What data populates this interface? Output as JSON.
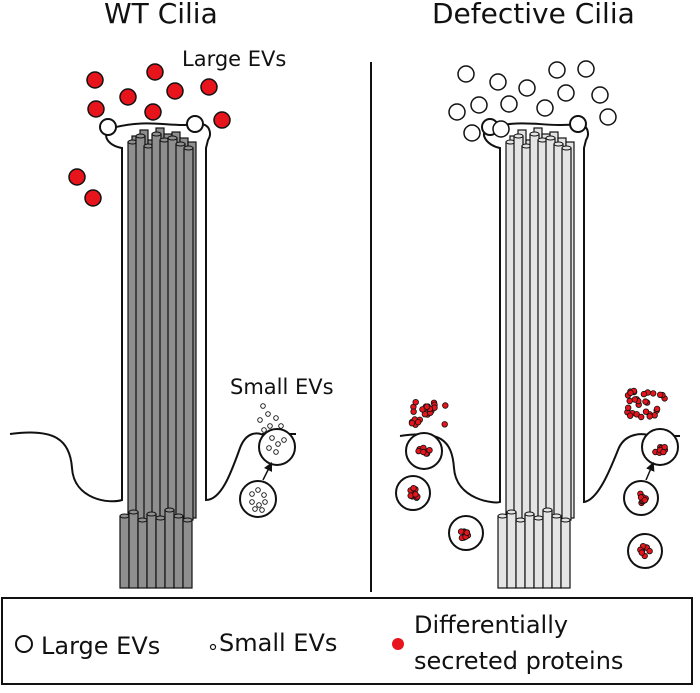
{
  "panels": {
    "wt": {
      "title": "WT Cilia",
      "large_ev_label": "Large EVs",
      "small_ev_label": "Small EVs"
    },
    "defective": {
      "title": "Defective Cilia"
    }
  },
  "legend": {
    "large_evs": "Large EVs",
    "small_evs": "Small EVs",
    "proteins_line1": "Differentially",
    "proteins_line2": "secreted proteins"
  },
  "colors": {
    "protein_red": "#e8141c",
    "wt_microtubule": "#8f8f8f",
    "defective_microtubule": "#e4e4e4",
    "outline": "#111111"
  }
}
